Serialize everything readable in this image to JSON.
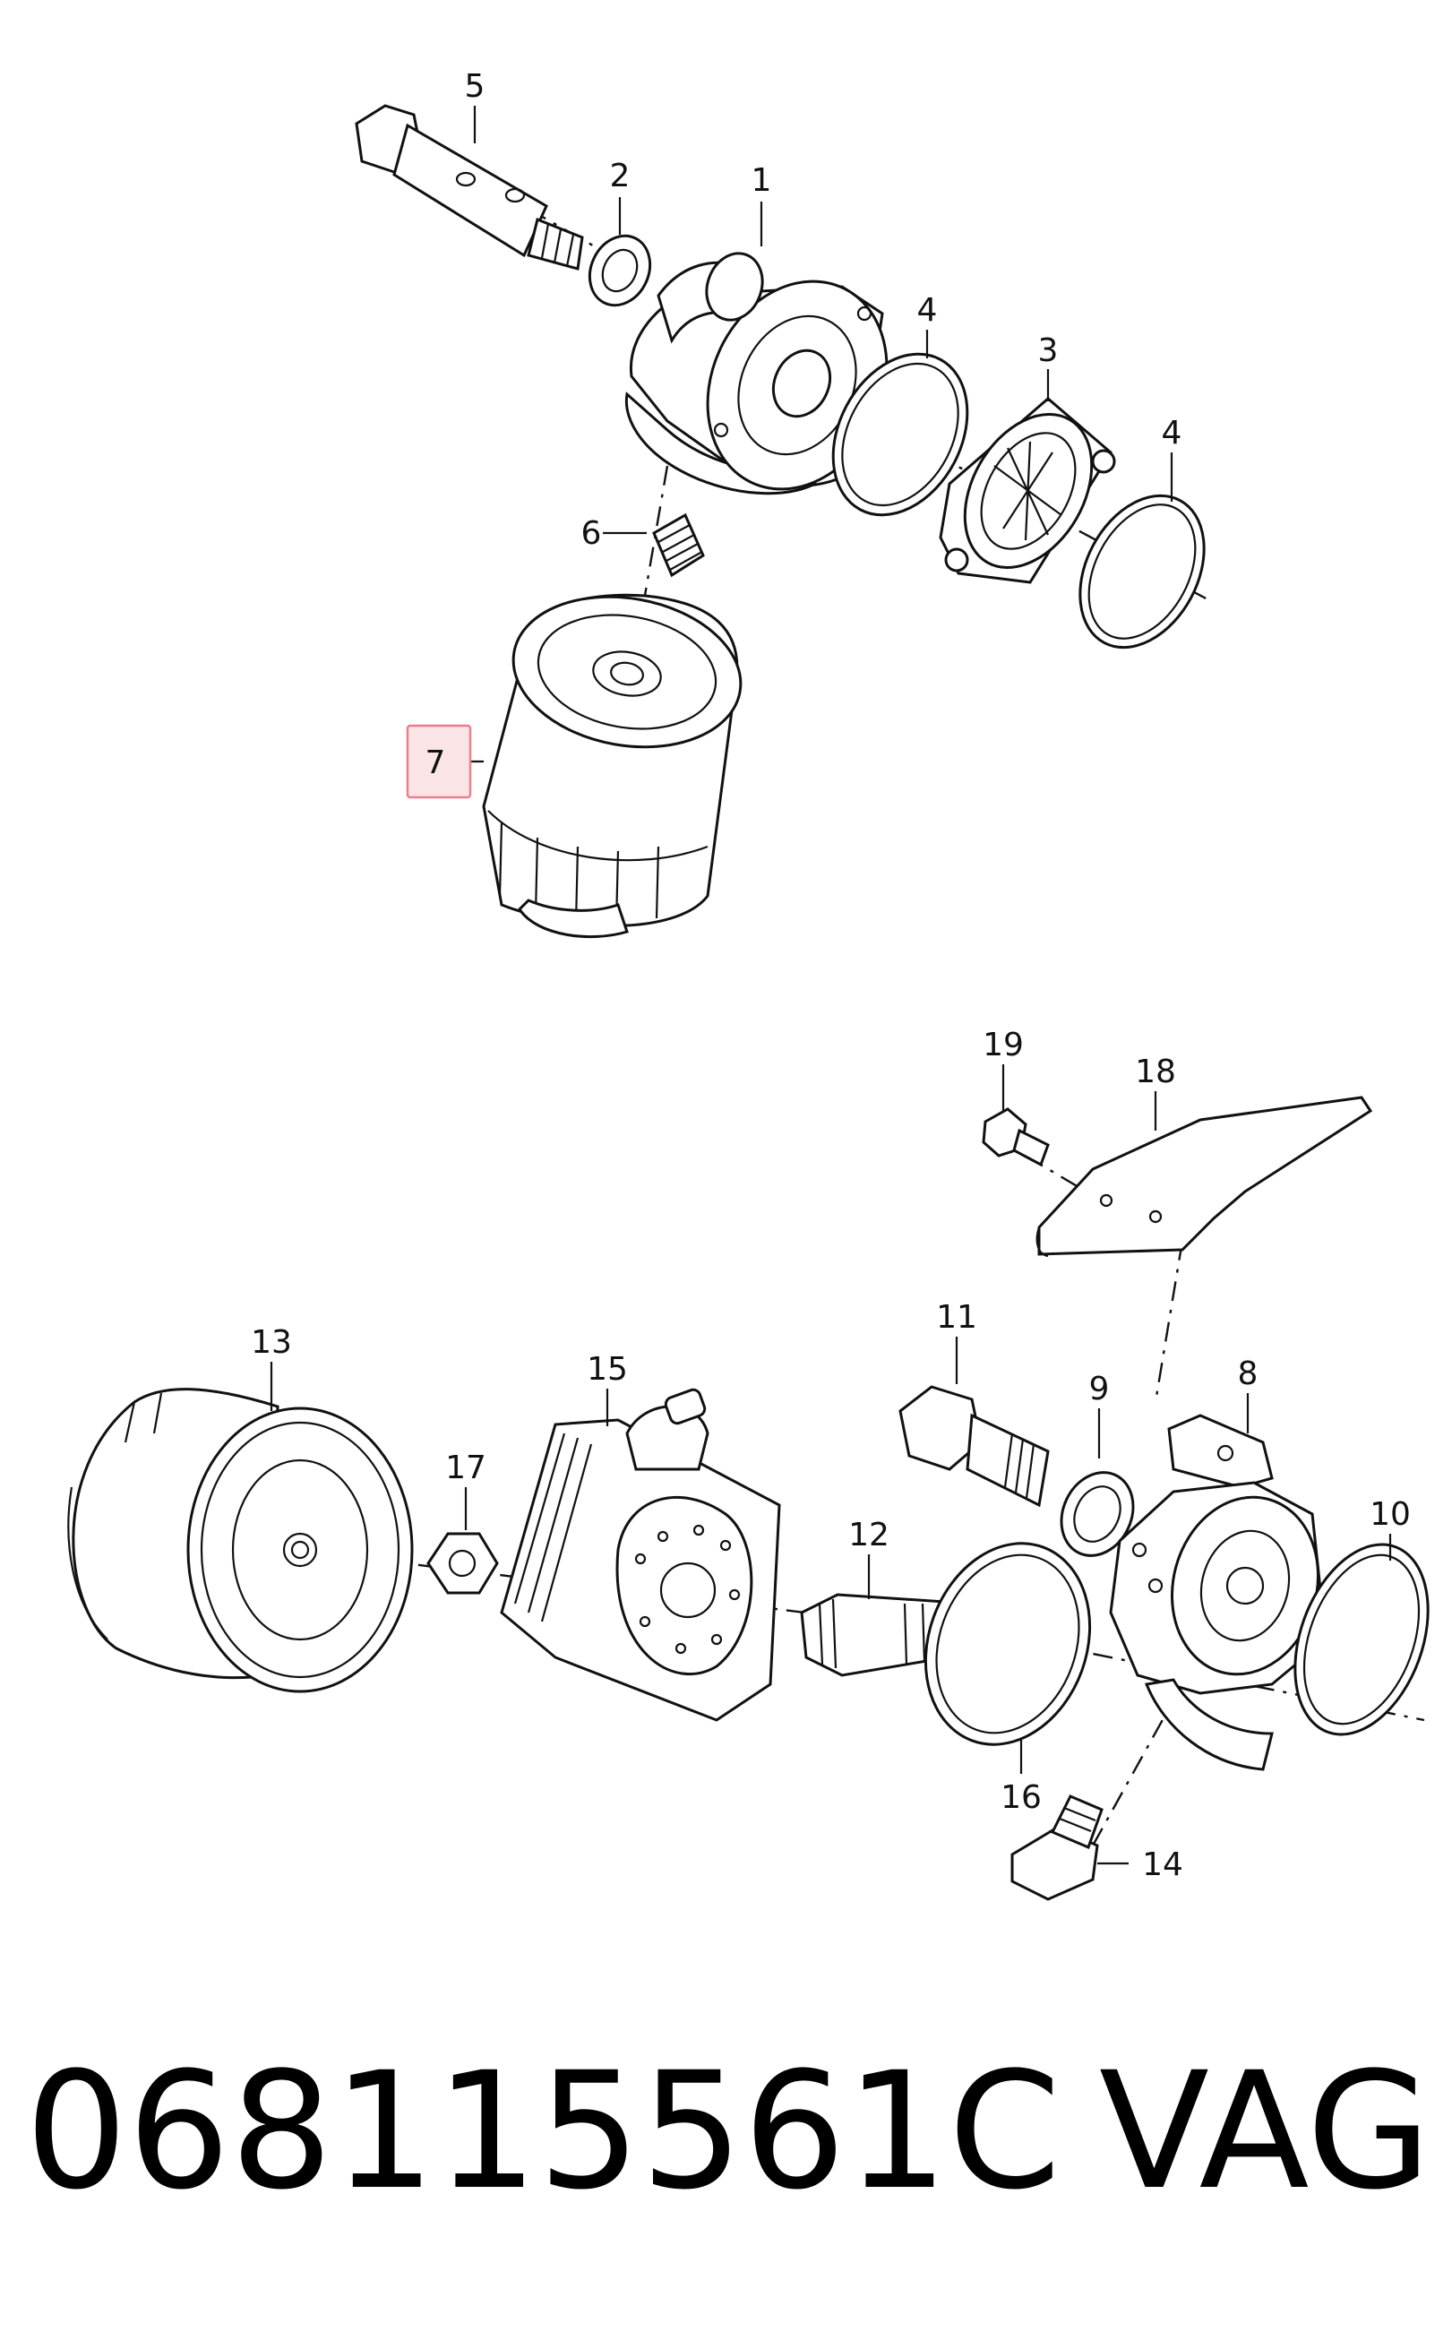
{
  "diagram": {
    "callouts": [
      "1",
      "2",
      "3",
      "4",
      "4",
      "5",
      "6",
      "7",
      "8",
      "9",
      "10",
      "11",
      "12",
      "13",
      "14",
      "15",
      "16",
      "17",
      "18",
      "19"
    ],
    "highlighted_callout": "7",
    "colors": {
      "line": "#111111",
      "highlight_fill": "#fbe4e6",
      "highlight_stroke": "#e8808c"
    }
  },
  "caption": {
    "part_number": "068115561C",
    "brand": "VAG"
  }
}
